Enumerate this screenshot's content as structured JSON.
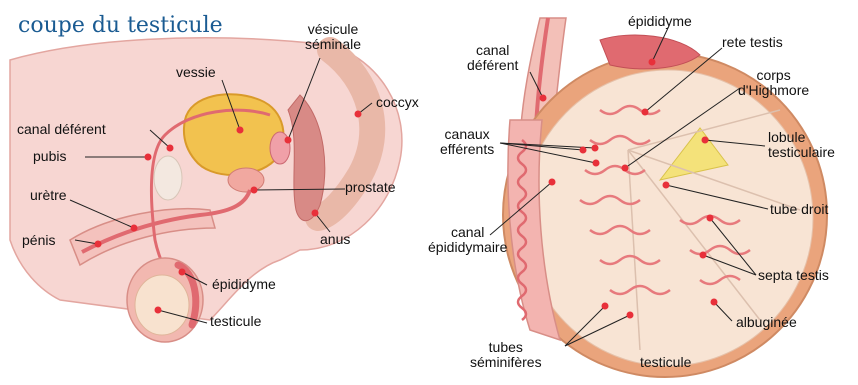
{
  "title": "coupe du testicule",
  "left_labels": {
    "vesicule_seminale": "vésicule\nséminale",
    "vessie": "vessie",
    "coccyx": "coccyx",
    "canal_deferent": "canal déférent",
    "pubis": "pubis",
    "prostate": "prostate",
    "uretre": "urètre",
    "penis": "pénis",
    "anus": "anus",
    "epididyme": "épididyme",
    "testicule": "testicule"
  },
  "right_labels": {
    "epididyme": "épididyme",
    "canal_deferent": "canal\ndéférent",
    "rete_testis": "rete testis",
    "corps_highmore": "corps\nd'Highmore",
    "canaux_efferents": "canaux\nefférents",
    "lobule_testiculaire": "lobule\ntesticulaire",
    "canal_epididymaire": "canal\népididymaire",
    "tube_droit": "tube droit",
    "septa_testis": "septa testis",
    "albuginee": "albuginée",
    "tubes_seminiferes": "tubes\nséminifères",
    "testicule": "testicule"
  },
  "colors": {
    "title": "#1a5b92",
    "marker": "#e8303a",
    "skin": "#f5c4c0",
    "bladder": "#f0b84a",
    "testis": "#f8e2cf",
    "tubule": "#e77a7d",
    "albuginea": "#e9a77f"
  }
}
